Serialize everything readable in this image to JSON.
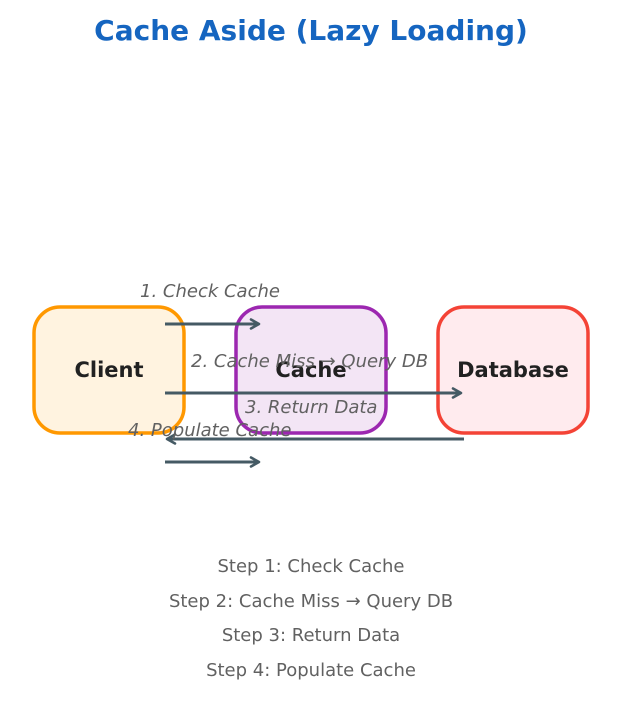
{
  "title": "Cache Aside (Lazy Loading)",
  "nodes": [
    {
      "id": "client",
      "label": "Client",
      "fill": "#fff3e0",
      "stroke": "#ff9800"
    },
    {
      "id": "cache",
      "label": "Cache",
      "fill": "#f3e5f5",
      "stroke": "#9c27b0"
    },
    {
      "id": "database",
      "label": "Database",
      "fill": "#ffebee",
      "stroke": "#f44336"
    }
  ],
  "arrows": [
    {
      "label": "1. Check Cache",
      "from": "client",
      "to": "cache"
    },
    {
      "label": "2. Cache Miss → Query DB",
      "from": "client",
      "to": "database"
    },
    {
      "label": "3. Return Data",
      "from": "database",
      "to": "client"
    },
    {
      "label": "4. Populate Cache",
      "from": "client",
      "to": "cache"
    }
  ],
  "arrow_color": "#455a64",
  "steps": [
    "Step 1: Check Cache",
    "Step 2: Cache Miss → Query DB",
    "Step 3: Return Data",
    "Step 4: Populate Cache"
  ]
}
